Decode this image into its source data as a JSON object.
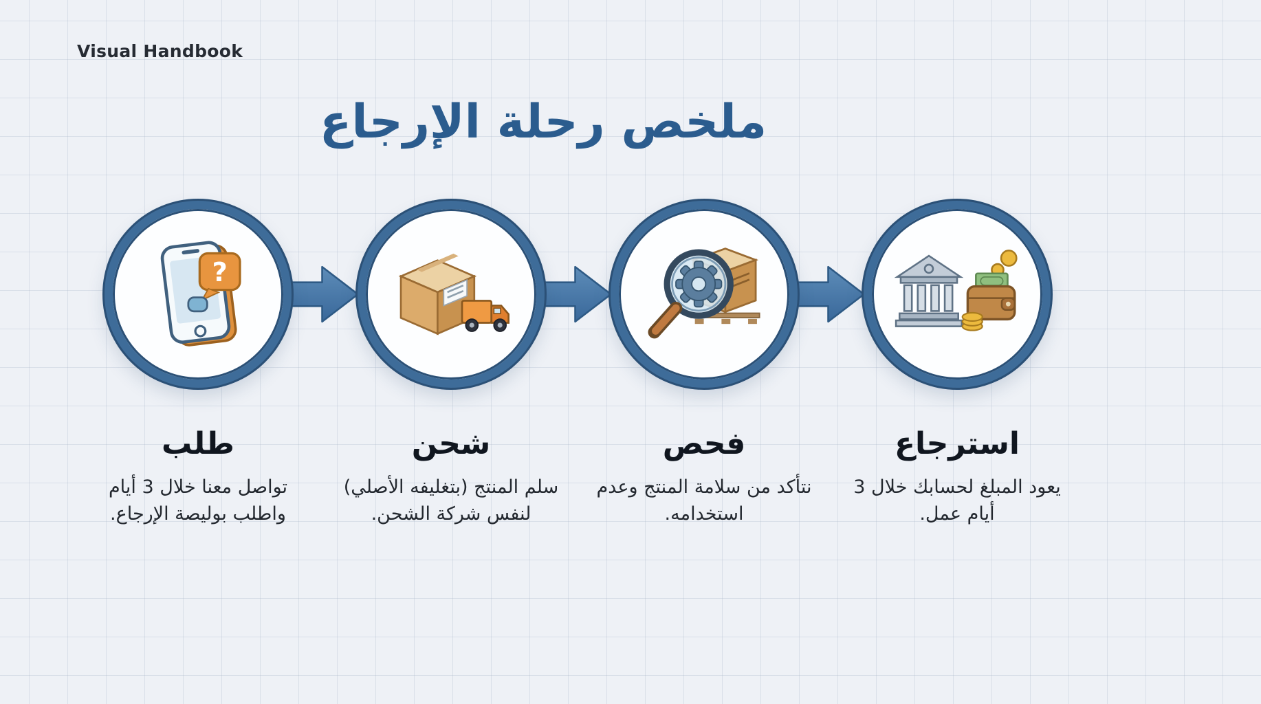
{
  "page": {
    "brand": "Visual Handbook",
    "title": "ملخص رحلة الإرجاع"
  },
  "steps": [
    {
      "id": "request",
      "label": "طلب",
      "description": "تواصل معنا خلال 3 أيام واطلب بوليصة الإرجاع.",
      "icon": "phone-question-icon"
    },
    {
      "id": "shipping",
      "label": "شحن",
      "description": "سلم المنتج (بتغليفه الأصلي) لنفس شركة الشحن.",
      "icon": "box-truck-icon"
    },
    {
      "id": "inspection",
      "label": "فحص",
      "description": "نتأكد من سلامة المنتج وعدم استخدامه.",
      "icon": "magnifier-inspect-icon"
    },
    {
      "id": "refund",
      "label": "استرجاع",
      "description": "يعود المبلغ لحسابك خلال 3 أيام عمل.",
      "icon": "bank-wallet-icon"
    }
  ],
  "flow": {
    "direction": "left-to-right",
    "arrow_icon": "right-arrow-icon"
  },
  "colors": {
    "background": "#eef1f6",
    "grid_line": "#c9d3e0",
    "title": "#2b5c8e",
    "circle_border": "#3e6c99",
    "arrow": "#4678a6",
    "label_text": "#10161f",
    "body_text": "#23282f",
    "accent_orange": "#e8953f",
    "box_tan": "#dcab6b"
  }
}
